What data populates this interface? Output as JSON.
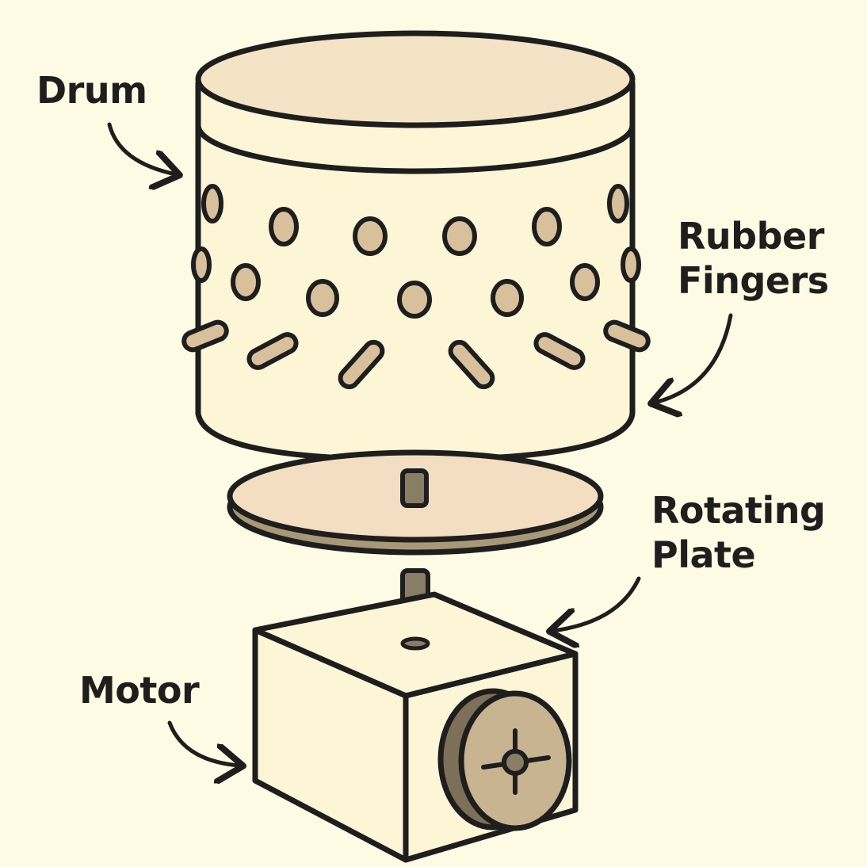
{
  "labels": {
    "drum": "Drum",
    "rubber_fingers": [
      "Rubber",
      "Fingers"
    ],
    "rotating_plate": [
      "Rotating",
      "Plate"
    ],
    "motor": "Motor"
  },
  "colors": {
    "background": "#fdfbe3",
    "drum_body": "#fdf6d6",
    "drum_top": "#f5e3c5",
    "finger": "#d9c09c",
    "plate_top": "#f3dec2",
    "plate_edge": "#a89878",
    "shaft": "#8a7d65",
    "motor_body": "#fdf6d6",
    "fan": "#c8b491",
    "outline": "#1e1e1e"
  }
}
